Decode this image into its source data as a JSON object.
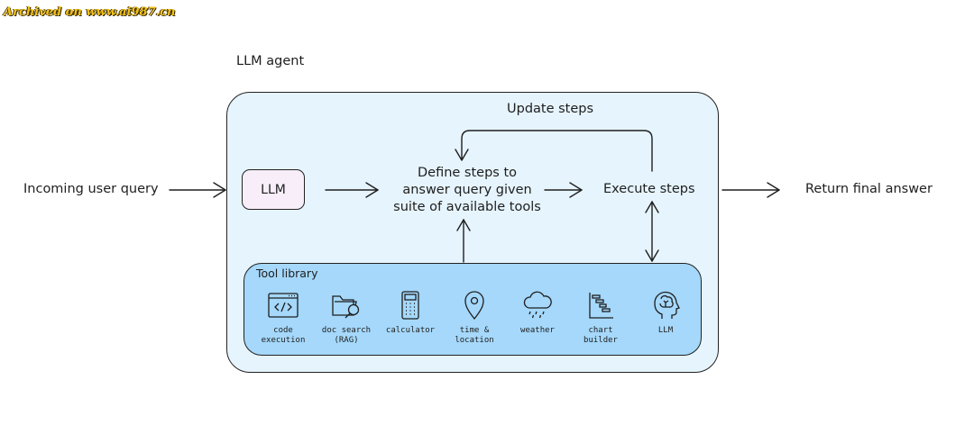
{
  "watermark": "Archived on www.ai987.cn",
  "diagram": {
    "title": "LLM agent",
    "input_label": "Incoming user query",
    "llm_label": "LLM",
    "define_steps": "Define steps to\nanswer query given\nsuite of available tools",
    "execute_steps": "Execute steps",
    "update_steps": "Update steps",
    "output_label": "Return final answer",
    "tool_library": {
      "title": "Tool library",
      "tools": [
        {
          "label": "code\nexecution",
          "icon": "code-window-icon"
        },
        {
          "label": "doc search\n(RAG)",
          "icon": "folder-search-icon"
        },
        {
          "label": "calculator",
          "icon": "calculator-icon"
        },
        {
          "label": "time &\nlocation",
          "icon": "map-pin-icon"
        },
        {
          "label": "weather",
          "icon": "rain-cloud-icon"
        },
        {
          "label": "chart\nbuilder",
          "icon": "gantt-chart-icon"
        },
        {
          "label": "LLM",
          "icon": "brain-head-icon"
        }
      ]
    }
  },
  "colors": {
    "agent_fill": "#e6f4fd",
    "tool_library_fill": "#a5d8fb",
    "llm_fill": "#f7eefa",
    "stroke": "#1e1e1e"
  }
}
